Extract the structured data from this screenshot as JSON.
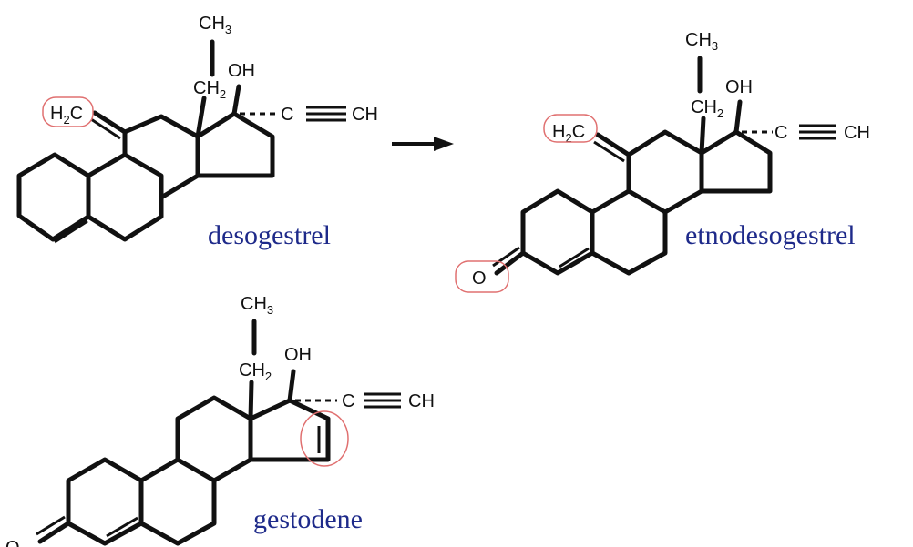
{
  "molecules": {
    "desogestrel": {
      "name": "desogestrel",
      "methyl": {
        "main": "CH",
        "sub": "3"
      },
      "methylene": {
        "main": "CH",
        "sub": "2"
      },
      "hydroxyl": "OH",
      "alkyne_c": "C",
      "alkyne_ch": "CH",
      "exo_methylene": {
        "main": "H",
        "sub": "2",
        "tail": "C"
      }
    },
    "etnodesogestrel": {
      "name": "etnodesogestrel",
      "methyl": {
        "main": "CH",
        "sub": "3"
      },
      "methylene": {
        "main": "CH",
        "sub": "2"
      },
      "hydroxyl": "OH",
      "alkyne_c": "C",
      "alkyne_ch": "CH",
      "exo_methylene": {
        "main": "H",
        "sub": "2",
        "tail": "C"
      },
      "ketone": "O"
    },
    "gestodene": {
      "name": "gestodene",
      "methyl": {
        "main": "CH",
        "sub": "3"
      },
      "methylene": {
        "main": "CH",
        "sub": "2"
      },
      "hydroxyl": "OH",
      "alkyne_c": "C",
      "alkyne_ch": "CH",
      "ketone": "O"
    }
  },
  "colors": {
    "name_text": "#1e2a8a",
    "highlight": "#e07070",
    "bonds": "#111111"
  }
}
